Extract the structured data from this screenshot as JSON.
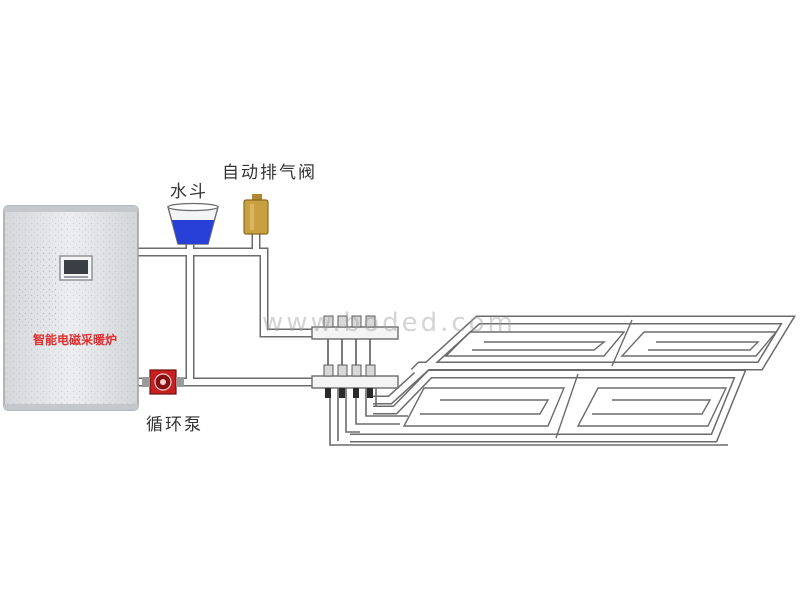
{
  "labels": {
    "hopper": "水斗",
    "vent": "自动排气阀",
    "pump": "循环泵",
    "boiler": "智能电磁采暖炉"
  },
  "watermark": "www.boded.com",
  "colors": {
    "pipe": "#ffffff",
    "pipe_outline": "#6b6b6b",
    "boiler_body": "#e4e6e8",
    "boiler_text": "#e03030",
    "water": "#2840d8",
    "vent_body": "#c8a040",
    "pump": "#c82020"
  },
  "icons": {
    "boiler": "boiler-unit-icon",
    "display": "lcd-display-icon",
    "hopper": "water-hopper-icon",
    "vent": "air-vent-valve-icon",
    "pump": "circulation-pump-icon",
    "manifold": "manifold-icon"
  }
}
